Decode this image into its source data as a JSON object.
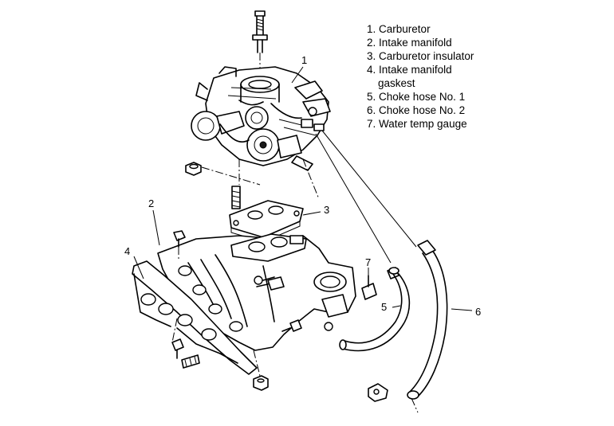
{
  "legend": [
    {
      "num": "1.",
      "label": "Carburetor"
    },
    {
      "num": "2.",
      "label": "Intake manifold"
    },
    {
      "num": "3.",
      "label": "Carburetor insulator"
    },
    {
      "num": "4.",
      "label": "Intake manifold",
      "label2": "gaskest"
    },
    {
      "num": "5.",
      "label": "Choke hose No. 1"
    },
    {
      "num": "6.",
      "label": "Choke hose No. 2"
    },
    {
      "num": "7.",
      "label": "Water temp gauge"
    }
  ],
  "callouts": {
    "c1": "1",
    "c2": "2",
    "c3": "3",
    "c4": "4",
    "c5": "5",
    "c6": "6",
    "c7": "7"
  }
}
